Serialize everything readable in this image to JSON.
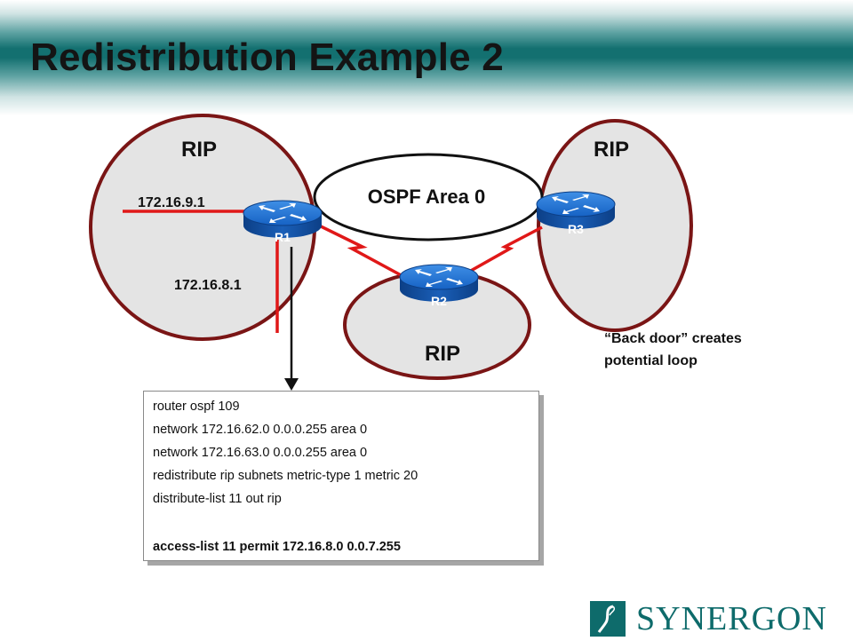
{
  "slide": {
    "title": "Redistribution Example 2"
  },
  "diagram": {
    "domains": [
      {
        "id": "rip-left",
        "label": "RIP"
      },
      {
        "id": "rip-right",
        "label": "RIP"
      },
      {
        "id": "rip-bottom",
        "label": "RIP"
      },
      {
        "id": "ospf",
        "label": "OSPF Area 0"
      }
    ],
    "routers": [
      {
        "id": "r1",
        "label": "R1"
      },
      {
        "id": "r2",
        "label": "R2"
      },
      {
        "id": "r3",
        "label": "R3"
      }
    ],
    "addresses": {
      "top": "172.16.9.1",
      "bottom": "172.16.8.1"
    },
    "note": {
      "line1": "“Back door” creates",
      "line2": "potential loop"
    },
    "colors": {
      "rip_fill": "#e4e4e4",
      "rip_border": "#7a1515",
      "link": "#e01818",
      "router_blue": "#1a6fd0"
    }
  },
  "config": {
    "lines": [
      "router ospf 109",
      "network 172.16.62.0 0.0.0.255 area 0",
      "network 172.16.63.0 0.0.0.255 area 0",
      "redistribute rip subnets metric-type 1 metric 20",
      "distribute-list 11 out rip",
      "",
      "access-list 11 permit 172.16.8.0 0.0.7.255"
    ]
  },
  "logo": {
    "text": "SYNERGON",
    "mark_icon": "synergon-s-icon"
  }
}
